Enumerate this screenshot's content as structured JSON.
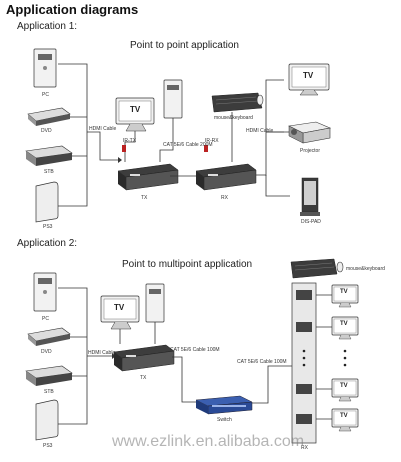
{
  "header": {
    "title": "Application diagrams"
  },
  "app1": {
    "heading": "Application 1:",
    "subtitle": "Point to point application",
    "labels": {
      "pc": "PC",
      "dvd": "DVD",
      "stb": "STB",
      "ps3": "PS3",
      "hdmi_in": "HDMI Cable",
      "hdmi_out": "HDMI Cable",
      "irtx": "IR-TX",
      "irrx": "IR-RX",
      "cat": "CAT 5E/6 Cable 200M",
      "mouse_kbd": "mouse&keyboard",
      "tx": "TX",
      "rx": "RX",
      "tv": "TV",
      "projector": "Projector",
      "dispad": "DIS-PAD"
    }
  },
  "app2": {
    "heading": "Application 2:",
    "subtitle": "Point to multipoint application",
    "labels": {
      "pc": "PC",
      "dvd": "DVD",
      "stb": "STB",
      "ps3": "PS3",
      "hdmi": "HDMI Cable",
      "tv": "TV",
      "cat1": "CAT 5E/6 Cable 100M",
      "cat2": "CAT 5E/6 Cable 100M",
      "tx": "TX",
      "switch": "Switch",
      "mouse_kbd": "mouse&keyboard",
      "rx": "RX",
      "tv_right": "TV"
    }
  },
  "watermark": "www.ezlink.en.alibaba.com"
}
